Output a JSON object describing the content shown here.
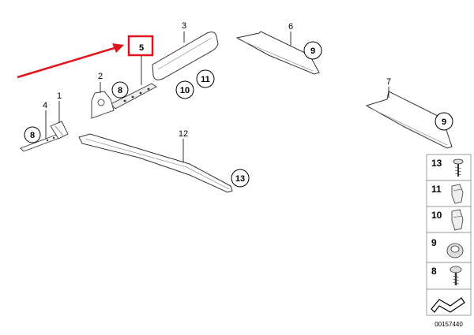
{
  "diagram": {
    "callouts": {
      "p1": "1",
      "p2": "2",
      "p3": "3",
      "p4": "4",
      "p5": "5",
      "p6": "6",
      "p7": "7",
      "p12": "12"
    },
    "circles": {
      "c8a": "8",
      "c8b": "8",
      "c9a": "9",
      "c9b": "9",
      "c10": "10",
      "c11": "11",
      "c13": "13"
    },
    "legend": [
      {
        "label": "13",
        "icon": "screw-icon"
      },
      {
        "label": "11",
        "icon": "clip-icon"
      },
      {
        "label": "10",
        "icon": "clip-icon"
      },
      {
        "label": "9",
        "icon": "nut-icon"
      },
      {
        "label": "8",
        "icon": "bolt-icon"
      }
    ],
    "highlight_color": "#e0141c",
    "diagram_id": "00157440"
  }
}
